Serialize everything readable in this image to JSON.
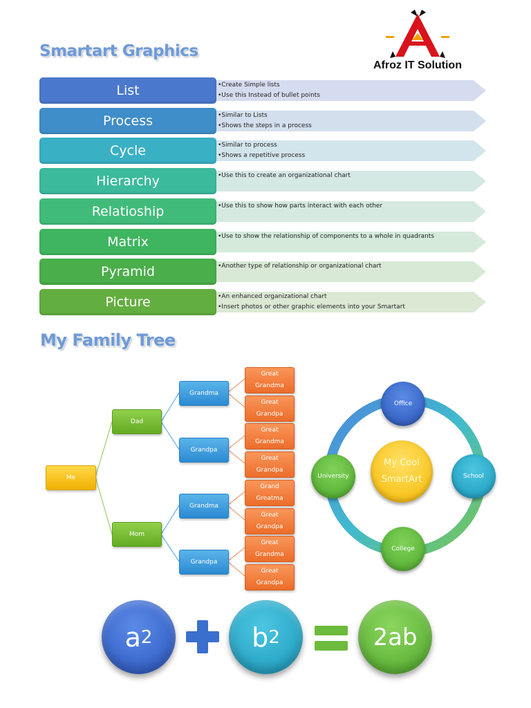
{
  "header": {
    "title": "Smartart Graphics",
    "logo_text": "Afroz IT Solution"
  },
  "list_rows": [
    {
      "label": "List",
      "color": "#4a78cc",
      "arrow_color": "#d6dcef",
      "bullets": [
        "•Create Simple lists",
        "•Use this Instead of bullet points"
      ]
    },
    {
      "label": "Process",
      "color": "#3f8ec9",
      "arrow_color": "#d4dfee",
      "bullets": [
        "•Similar to Lists",
        "•Shows the steps in a process"
      ]
    },
    {
      "label": "Cycle",
      "color": "#3ab0c4",
      "arrow_color": "#d3e5ec",
      "bullets": [
        "•Similar to process",
        "•Shows a repetitive process"
      ]
    },
    {
      "label": "Hierarchy",
      "color": "#3cba9c",
      "arrow_color": "#d4e8e4",
      "bullets": [
        "•Use this to create an organizational chart"
      ]
    },
    {
      "label": "Relatioship",
      "color": "#41bb7a",
      "arrow_color": "#d5e9e0",
      "bullets": [
        "•Use this to show how parts interact with each other"
      ]
    },
    {
      "label": "Matrix",
      "color": "#3fb560",
      "arrow_color": "#d6eadb",
      "bullets": [
        "•Use to show the relationship of components to a whole in quadrants"
      ]
    },
    {
      "label": "Pyramid",
      "color": "#4aae4a",
      "arrow_color": "#d8e9d6",
      "bullets": [
        "•Another type of relationship or organizational chart"
      ]
    },
    {
      "label": "Picture",
      "color": "#63ae40",
      "arrow_color": "#dbe9d4",
      "bullets": [
        "•An enhanced organizational chart",
        "•Insert photos or other graphic elements into your Smartart"
      ]
    }
  ],
  "family_tree": {
    "title": "My Family Tree",
    "me": "Me",
    "dad": "Dad",
    "mom": "Mom",
    "grandparents": [
      "Grandma",
      "Grandpa",
      "Grandma",
      "Grandpa"
    ],
    "great_grandparents": [
      [
        "Great",
        "Grandma"
      ],
      [
        "Great",
        "Grandpa"
      ],
      [
        "Great",
        "Grandma"
      ],
      [
        "Great",
        "Grandpa"
      ],
      [
        "Grand",
        "Greatma"
      ],
      [
        "Great",
        "Grandpa"
      ],
      [
        "Great",
        "Grandma"
      ],
      [
        "Great",
        "Grandpa"
      ]
    ]
  },
  "cycle": {
    "center": [
      "My Cool",
      "SmartArt"
    ],
    "nodes": {
      "top": "Office",
      "right": "School",
      "bottom": "College",
      "left": "University"
    }
  },
  "equation": {
    "term1": "a",
    "term2": "b",
    "exponent": "2",
    "result": "2ab"
  },
  "colors": {
    "title": "#6f9ad6",
    "tree_yellow": "#f5c518",
    "tree_green": "#72b62c",
    "tree_blue": "#3a9ae0",
    "tree_orange": "#f07e3c",
    "cycle_blue": "#3563c8",
    "cycle_teal": "#1ea8c8",
    "cycle_green": "#6cc03c",
    "cycle_center": "#f5c518",
    "plus_blue": "#3a6fce",
    "equals_green": "#6cbb3c"
  }
}
